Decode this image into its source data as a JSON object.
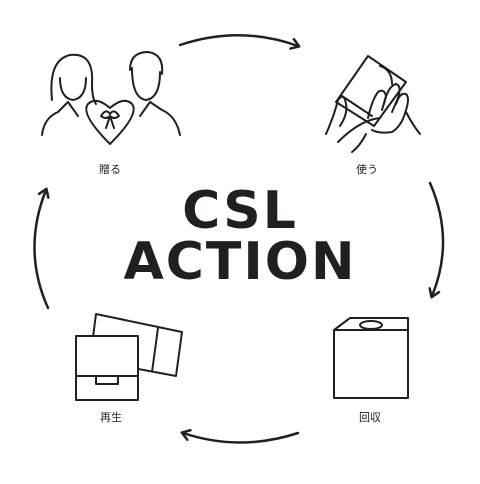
{
  "title": {
    "line1": "CSL",
    "line2": "ACTION"
  },
  "steps": [
    {
      "label": "贈る",
      "icon": "couple-heart-gift-icon"
    },
    {
      "label": "使う",
      "icon": "hands-holding-bag-icon"
    },
    {
      "label": "回収",
      "icon": "collection-box-icon"
    },
    {
      "label": "再生",
      "icon": "recycled-boxes-icon"
    }
  ],
  "colors": {
    "ink": "#231f20",
    "background": "#ffffff"
  }
}
